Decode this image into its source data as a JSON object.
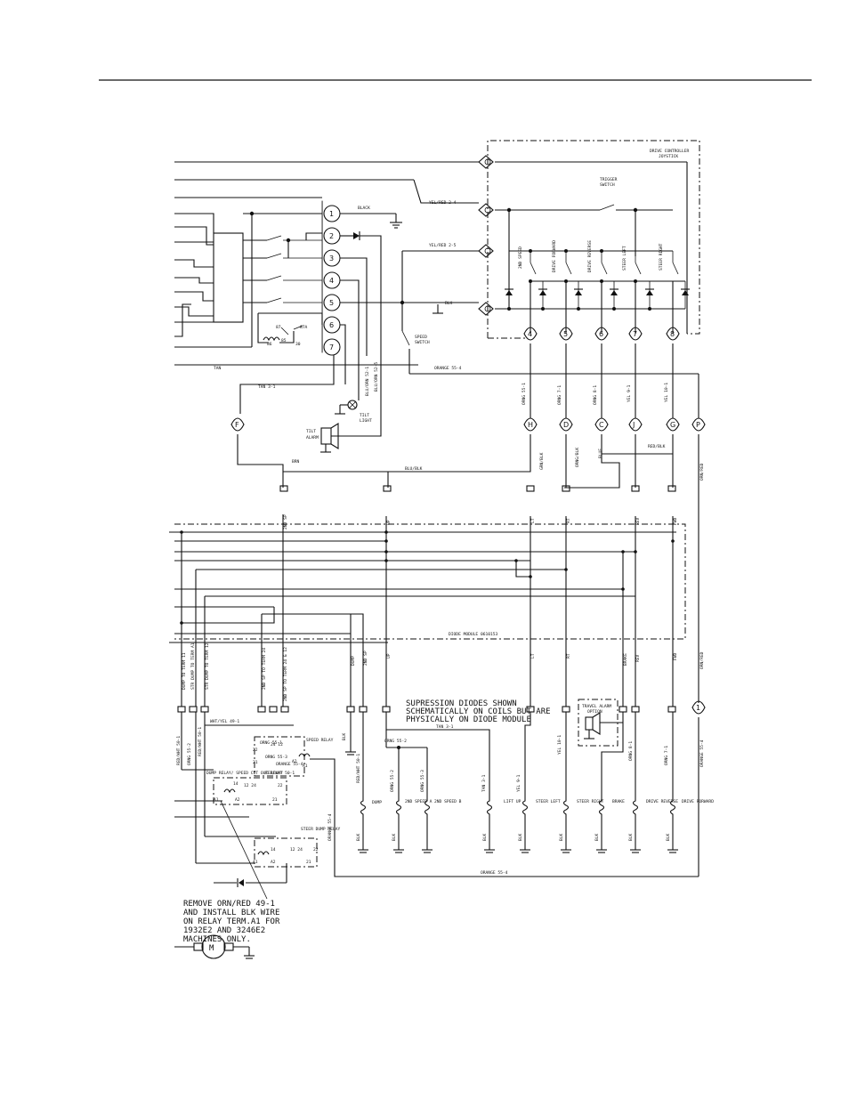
{
  "drive_joystick": {
    "title_line1": "DRIVE CONTROLLER",
    "title_line2": "JOYSTICK",
    "trigger_line1": "TRIGGER",
    "trigger_line2": "SWITCH",
    "switch_labels": [
      "2ND SPEED",
      "DRIVE FORWARD",
      "DRIVE REVERSE",
      "STEER LEFT",
      "STEER RIGHT"
    ],
    "pins": [
      "4",
      "5",
      "6",
      "7",
      "8"
    ]
  },
  "wires": {
    "black": "BLACK",
    "yel_red_2_4": "YEL/RED 2-4",
    "yel_red_2_5": "YEL/RED 2-5",
    "blk": "BLK",
    "orange_55_4": "ORANGE 55-4",
    "tan": "TAN",
    "tan_3_1": "TAN 3-1",
    "blu_orn_52_1": "BLU/ORN 52-1",
    "blu_orn_52_5": "BLU/ORN 52-5",
    "brn": "BRN",
    "blu_blk": "BLU/BLK",
    "red_blk": "RED/BLK",
    "orn_red": "ORN/RED",
    "orng_55_1": "ORNG 55-1",
    "orng_7_1": "ORNG 7-1",
    "orng_8_1": "ORNG 8-1",
    "yel_9_1": "YEL 9-1",
    "yel_10_1": "YEL 10-1",
    "grn_blk": "GRN/BLK",
    "orng_blk": "ORNG/BLK",
    "blue": "BLUE",
    "wht_yel_49_1": "WHT/YEL 49-1",
    "orng_55_2": "ORNG 55-2",
    "orng_55_3": "ORNG 55-3",
    "red_wht_50_1": "RED/WHT 50-1"
  },
  "tilt_box": {
    "terminals": [
      "1",
      "2",
      "3",
      "4",
      "5",
      "6",
      "7"
    ],
    "speed_switch_line1": "SPEED",
    "speed_switch_line2": "SWITCH",
    "tilt_light_line1": "TILT",
    "tilt_light_line2": "LIGHT",
    "tilt_alarm_line1": "TILT",
    "tilt_alarm_line2": "ALARM",
    "relay_pins": [
      "87",
      "87A",
      "85",
      "86",
      "30"
    ]
  },
  "connectors": [
    "F",
    "H",
    "D",
    "C",
    "J",
    "G",
    "P"
  ],
  "diode_module": {
    "label": "DIODE MODULE 0610153",
    "top_labels": [
      "2ND SP",
      "UP",
      "LT",
      "RT",
      "REV",
      "FWD"
    ],
    "bottom_labels": [
      "DUMP TO TERM 11",
      "STR DUMP TO TERM A1",
      "STR DUMP TO TERM 12",
      "2ND SP TO TERM 24",
      "2ND SP TO TERM 24 & 12",
      "DUMP",
      "2ND SP",
      "UP",
      "LT",
      "RT",
      "BRAKE",
      "REV",
      "FWD"
    ]
  },
  "note_top": {
    "line1": "SUPRESSION DIODES SHOWN",
    "line2": "SCHEMATICALLY ON COILS BUT ARE",
    "line3": "PHYSICALLY ON DIODE MODULE"
  },
  "coils": [
    "DUMP",
    "2ND SPEED A",
    "2ND SPEED B",
    "LIFT UP",
    "STEER LEFT",
    "STEER RIGHT",
    "BRAKE",
    "DRIVE REVERSE",
    "DRIVE FORWARD"
  ],
  "relays": {
    "speed_relay": "SPEED RELAY",
    "dump_relay": "DUMP RELAY/ SPEED CUT OUT RELAY",
    "steer_dump_relay": "STEER DUMP RELAY",
    "travel_alarm_line1": "TRAVEL ALARM",
    "travel_alarm_line2": "OPTION"
  },
  "note_bottom": {
    "line1": "REMOVE ORN/RED 49-1",
    "line2": "AND INSTALL BLK WIRE",
    "line3": "ON RELAY TERM.A1 FOR",
    "line4": "1932E2 AND 3246E2",
    "line5": "MACHINES ONLY."
  },
  "motor_label": "M"
}
